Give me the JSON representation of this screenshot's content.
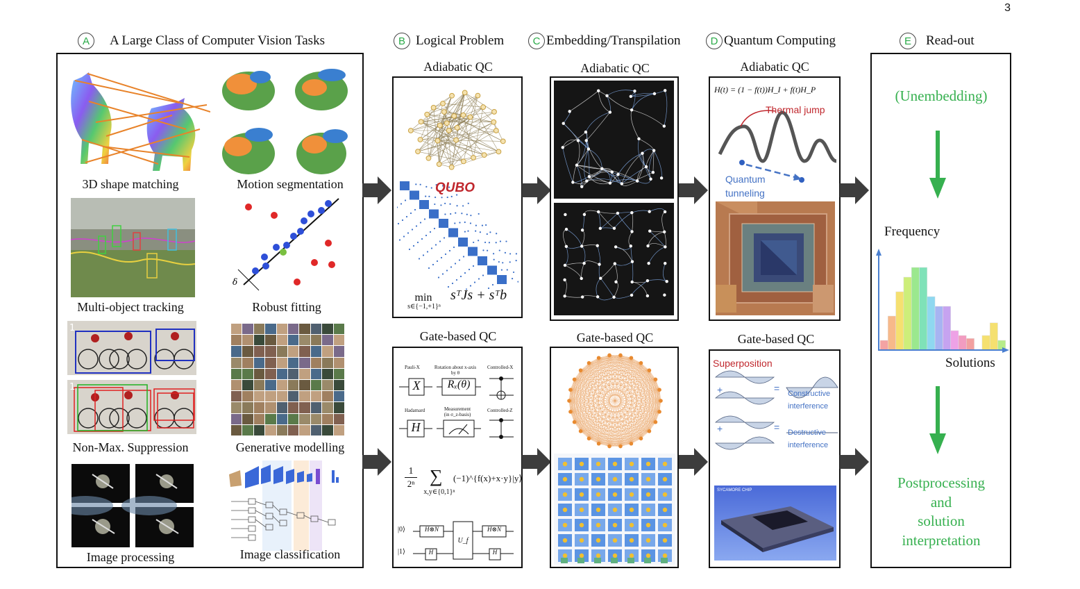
{
  "page_number": "3",
  "sections": {
    "a": {
      "letter": "A",
      "title": "A Large Class of Computer Vision Tasks"
    },
    "b": {
      "letter": "B",
      "title": "Logical Problem"
    },
    "c": {
      "letter": "C",
      "title": "Embedding/Transpilation"
    },
    "d": {
      "letter": "D",
      "title": "Quantum Computing"
    },
    "e": {
      "letter": "E",
      "title": "Read-out"
    }
  },
  "tasks": {
    "shape_matching": "3D shape matching",
    "motion_segmentation": "Motion segmentation",
    "tracking": "Multi-object tracking",
    "robust_fitting": "Robust fitting",
    "nms": "Non-Max. Suppression",
    "generative": "Generative modelling",
    "image_processing": "Image processing",
    "image_classification": "Image classification"
  },
  "fitting": {
    "delta": "δ"
  },
  "bike_labels": [
    "1",
    "1"
  ],
  "logical": {
    "adiabatic_title": "Adiabatic QC",
    "qubo_label": "QUBO",
    "min_label": "min",
    "min_sub": "s∈{−1,+1}ⁿ",
    "objective": "sᵀJs + sᵀb",
    "gate_title": "Gate-based QC",
    "gates": {
      "pauli_x_title": "Pauli-X",
      "pauli_x": "X",
      "rotation_title": "Rotation about x-axis",
      "rotation_sub": "by θ",
      "rotation": "Rₓ(θ)",
      "cx_title": "Controlled-X",
      "hadamard_title": "Hadamard",
      "hadamard": "H",
      "measure_title": "Measurement",
      "measure_sub": "(in σ_z-basis)",
      "cz_title": "Controlled-Z"
    },
    "formula_frac_num": "1",
    "formula_frac_den": "2ⁿ",
    "formula_sum": "∑",
    "formula_sum_sub": "x,y∈{0,1}ⁿ",
    "formula_term": "(−1)^{f(x)+x·y}|y⟩",
    "circuit": {
      "ket0": "|0⟩",
      "ket1": "|1⟩",
      "h_n": "H⊗N",
      "h": "H",
      "uf": "U_f"
    }
  },
  "embedding": {
    "adiabatic_title": "Adiabatic QC",
    "gate_title": "Gate-based QC"
  },
  "qc": {
    "adiabatic_title": "Adiabatic QC",
    "hamiltonian": "H(t) = (1 − f(t))H_I + f(t)H_P",
    "thermal_jump": "Thermal jump",
    "quantum_tunneling_1": "Quantum",
    "quantum_tunneling_2": "tunneling",
    "gate_title": "Gate-based QC",
    "superposition": "Superposition",
    "plus1": "+",
    "eq1": "=",
    "constructive_1": "Constructive",
    "constructive_2": "interference",
    "plus2": "+",
    "eq2": "=",
    "destructive_1": "Destructive",
    "destructive_2": "interference",
    "chip_label": "SYCAMORE CHIP"
  },
  "readout": {
    "unembedding": "(Unembedding)",
    "frequency": "Frequency",
    "solutions": "Solutions",
    "post_1": "Postprocessing",
    "post_2": "and",
    "post_3": "solution",
    "post_4": "interpretation"
  },
  "histogram_data": {
    "values": [
      0.1,
      0.35,
      0.6,
      0.75,
      0.85,
      0.85,
      0.55,
      0.45,
      0.45,
      0.2,
      0.15,
      0.12,
      0.0,
      0.15,
      0.28,
      0.1
    ],
    "colors": [
      "#f4a3a3",
      "#f7b98a",
      "#f5e070",
      "#cdee7a",
      "#9be88e",
      "#7fe2b8",
      "#8fd8f0",
      "#a7b4f2",
      "#c6a3f0",
      "#eea2e6",
      "#f29cc0",
      "#f2a0a0",
      "#ffffff",
      "#f5e070",
      "#f5e070",
      "#b7ec8a"
    ]
  },
  "colors": {
    "green": "#36b04f",
    "arrow": "#3d3d3d",
    "axis_blue": "#4a7fd0",
    "thermal_red": "#c0272d",
    "tunnel_blue": "#4472c4"
  }
}
